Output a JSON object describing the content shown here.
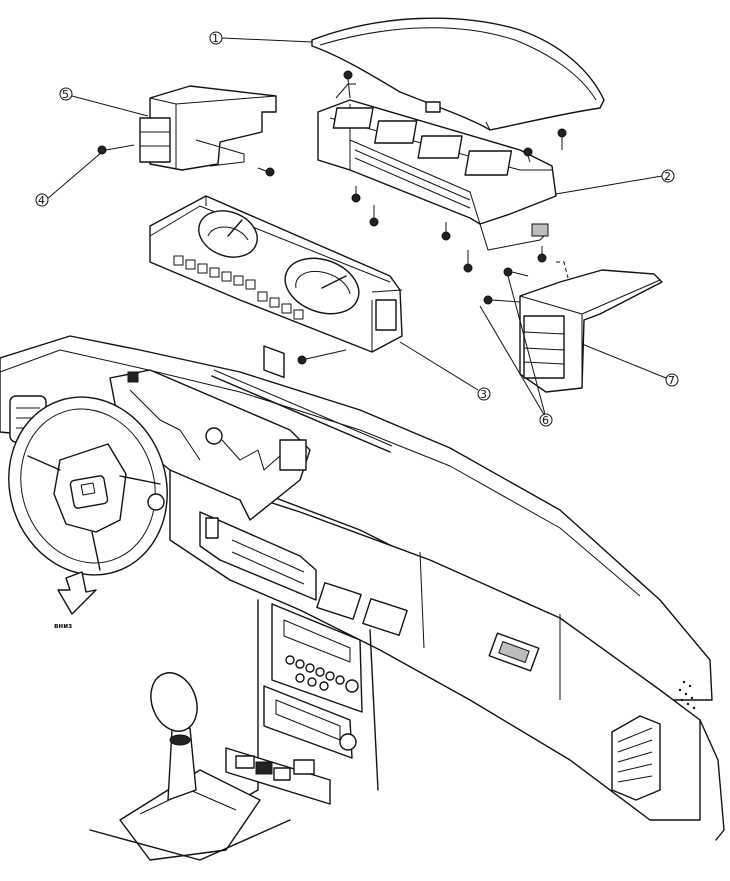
{
  "diagram": {
    "callouts": [
      {
        "number": "1"
      },
      {
        "number": "2"
      },
      {
        "number": "3"
      },
      {
        "number": "4"
      },
      {
        "number": "5"
      },
      {
        "number": "6"
      },
      {
        "number": "7"
      }
    ],
    "direction_label": "вниз"
  }
}
